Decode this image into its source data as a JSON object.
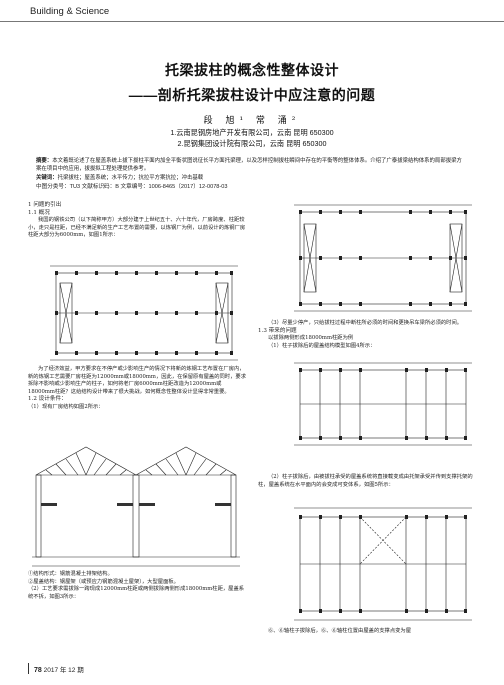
{
  "header": {
    "section": "Building & Science"
  },
  "title": {
    "main": "托梁拔柱的概念性整体设计",
    "sub": "——剖析托梁拔柱设计中应注意的问题"
  },
  "authors": "段 旭¹ 常 涌²",
  "affiliations": [
    "1.云南昆钢房地产开发有限公司，云南 昆明 650300",
    "2.昆钢集团设计院有限公司，云南 昆明 650300"
  ],
  "abstract": {
    "label": "摘要：",
    "text": "本文着既论述了在屋盖系统上拔下拔柱平面内加全平衡状图说征长平方面托梁理，以及怎样控制拔柱瞬间中存在的平衡等的整体体系。介绍了广泰拔梁结构体系的局部拔梁方案在项目中的应用，拔拔拟工程处理提供参考。"
  },
  "keywords": {
    "label": "关键词：",
    "text": "托梁拔柱；屋盖系统；水平传力；抗拉平方案抗拉；冲击基载"
  },
  "classification": "中图分类号：TU3 文献标识码：B 文章编号：1006-8465（2017）12-0078-03",
  "left_col": {
    "sec1": "1 问题的引出",
    "sec11": "1.1 概况",
    "p1": "我国的钢铁公司（以下简称甲方）大部分建于上世纪五十、六十年代，厂房跨度、柱距较小，走只是柱距，已经不满足新的生产工艺布置的需要，以炼钢厂为例，以前设计的炼钢厂房柱距大部分为6000mm，如图1所示：",
    "p2": "为了经济效益，甲方要求在不停产或少影响生产的情况下将新的炼钢工艺布置在厂房内，新的炼钢工艺需要厂房柱距为12000mm或18000mm，因此，在保留原有屋盖的同时，要求拆除不影响或少影响生产的柱子，如何将老厂房6000mm柱距改造为12000mm或18000mm柱距？这给结构设计带来了很大挑战，如何概念性整体设计显得非常重要。",
    "sec12": "1.2 设计条件：",
    "item1": "（1）现有厂房结构如图2所示：",
    "cap1": "①结构形式：钢筋混凝土排架结构。",
    "cap2": "②屋盖结构：钢屋架（或预应力钢筋混凝土屋架），大型屋面板。",
    "cap3": "（2）工艺要求需拔除一跨现成12000mm柱距或两侧拔除两侧形成18000mm柱距，屋盖系统不拆，如图3所示："
  },
  "right_col": {
    "item3": "（3）尽量少停产，只给拔柱过程中断柱所必须的时间和更换吊车梁所必须的时间。",
    "sec13": "1.3 带来的问题",
    "line1": "以拔除两侧形成18000mm柱距为例",
    "line2": "（1）柱子拔除后的屋盖结构模型如图4所示：",
    "p3": "（2）柱子拔除后，由被拔柱承受的屋盖系统将直接载变成由托架承受并传到支撑托架的柱，屋盖系统在水平面内的会变成可变体系，如图5所示：",
    "bottom": "⑥、⑥轴柱子拔除后，⑥、⑥轴柱位置由屋盖的支撑点变为屋"
  },
  "footer": {
    "page": "78",
    "issue": "2017 年 12 期"
  }
}
